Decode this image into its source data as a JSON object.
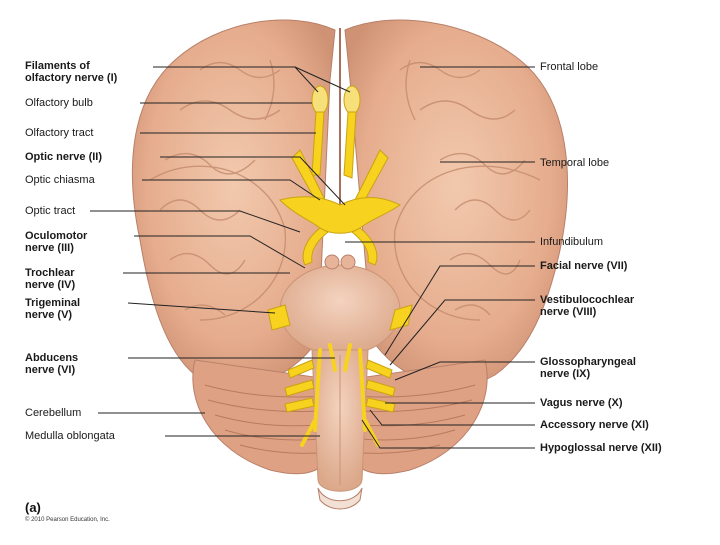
{
  "figure": {
    "panel_letter": "(a)",
    "copyright": "© 2010 Pearson Education, Inc."
  },
  "labels_left": {
    "filaments_line1": "Filaments of",
    "filaments_line2": "olfactory nerve (I)",
    "olfactory_bulb": "Olfactory bulb",
    "olfactory_tract": "Olfactory tract",
    "optic_nerve": "Optic nerve (II)",
    "optic_chiasma": "Optic chiasma",
    "optic_tract": "Optic tract",
    "oculomotor_line1": "Oculomotor",
    "oculomotor_line2": "nerve (III)",
    "trochlear_line1": "Trochlear",
    "trochlear_line2": "nerve (IV)",
    "trigeminal_line1": "Trigeminal",
    "trigeminal_line2": "nerve (V)",
    "abducens_line1": "Abducens",
    "abducens_line2": "nerve (VI)",
    "cerebellum": "Cerebellum",
    "medulla": "Medulla oblongata"
  },
  "labels_right": {
    "frontal_lobe": "Frontal lobe",
    "temporal_lobe": "Temporal lobe",
    "infundibulum": "Infundibulum",
    "facial": "Facial nerve (VII)",
    "vestibulo_line1": "Vestibulocochlear",
    "vestibulo_line2": "nerve (VIII)",
    "glosso_line1": "Glossopharyngeal",
    "glosso_line2": "nerve (IX)",
    "vagus": "Vagus nerve (X)",
    "accessory": "Accessory nerve (XI)",
    "hypoglossal": "Hypoglossal nerve (XII)"
  },
  "colors": {
    "brain": "#e9b79a",
    "brain_shade": "#c98f70",
    "nerve": "#f7d21f",
    "nerve_edge": "#caa30f",
    "leader": "#222222"
  }
}
